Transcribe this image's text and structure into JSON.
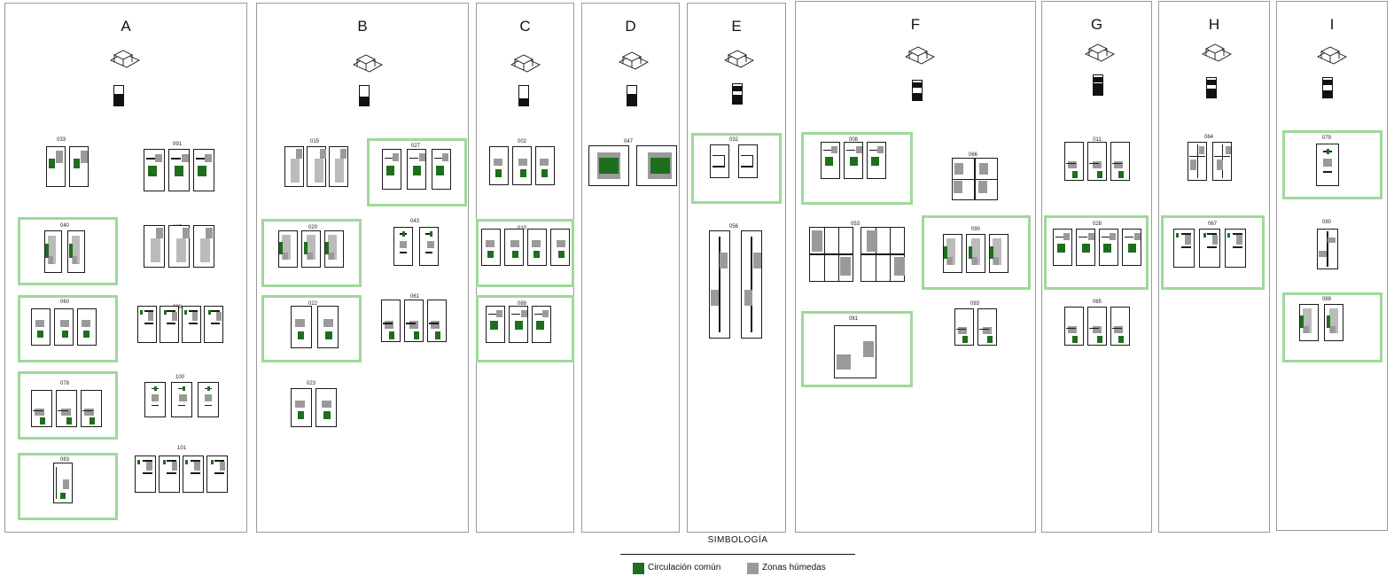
{
  "columns": [
    {
      "letter": "A",
      "codes": [
        "033",
        "091",
        "040",
        "097",
        "060",
        "099",
        "078",
        "100",
        "083",
        "101"
      ]
    },
    {
      "letter": "B",
      "codes": [
        "015",
        "027",
        "020",
        "043",
        "022",
        "061",
        "023"
      ]
    },
    {
      "letter": "C",
      "codes": [
        "002",
        "010",
        "088"
      ]
    },
    {
      "letter": "D",
      "codes": [
        "047"
      ]
    },
    {
      "letter": "E",
      "codes": [
        "032",
        "056"
      ]
    },
    {
      "letter": "F",
      "codes": [
        "008",
        "066",
        "053",
        "090",
        "081",
        "093"
      ]
    },
    {
      "letter": "G",
      "codes": [
        "011",
        "028",
        "065"
      ]
    },
    {
      "letter": "H",
      "codes": [
        "064",
        "067"
      ]
    },
    {
      "letter": "I",
      "codes": [
        "079",
        "080",
        "089"
      ]
    }
  ],
  "legend": {
    "title": "SIMBOLOGÍA",
    "items": [
      {
        "label": "Circulación común",
        "color": "#1e6e1e"
      },
      {
        "label": "Zonas húmedas",
        "color": "#9a9a9a"
      }
    ]
  },
  "colors": {
    "highlight": "#9ed99a",
    "circulation": "#1e6e1e",
    "wet": "#9a9a9a"
  }
}
